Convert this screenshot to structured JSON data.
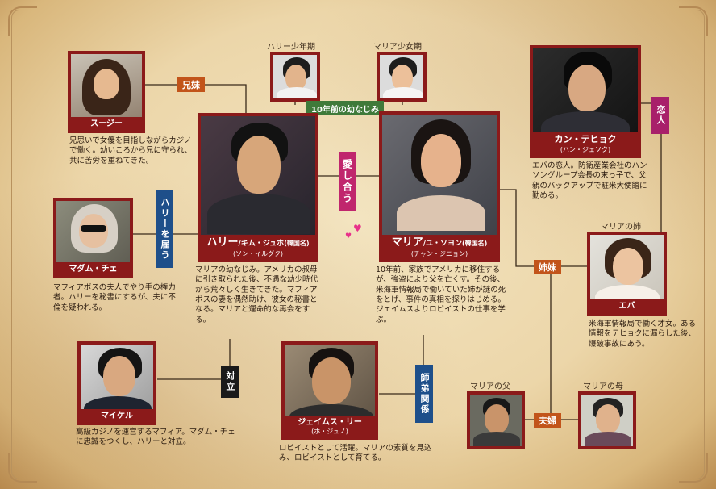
{
  "people": {
    "suzy": {
      "name": "スージー",
      "desc": "兄思いで女優を目指しながらカジノで働く。幼いころから兄に守られ、共に苦労を重ねてきた。"
    },
    "harry": {
      "name": "ハリー",
      "korean": "/キム・ジュホ",
      "tag": "(韓国名)",
      "actor": "(ソン・イルグク)",
      "desc": "マリアの幼なじみ。アメリカの叔母に引き取られた後、不遇な幼少時代から荒々しく生きてきた。マフィアボスの妻を偶然助け、彼女の秘書となる。マリアと運命的な再会をする。"
    },
    "harry_young": {
      "label": "ハリー少年期"
    },
    "maria_young": {
      "label": "マリア少女期"
    },
    "maria": {
      "name": "マリア",
      "korean": "/ユ・ソヨン",
      "tag": "(韓国名)",
      "actor": "(チャン・ジニョン)",
      "desc": "10年前、家族でアメリカに移住するが、強盗により父を亡くす。その後、米海軍情報局で働いていた姉が謎の死をとげ、事件の真相を探りはじめる。ジェイムスよりロビイストの仕事を学ぶ。"
    },
    "kang": {
      "name": "カン・テヒョク",
      "actor": "(ハン・ジェソク)",
      "desc": "エバの恋人。防衛産業会社のハンソングループ会長の末っ子で、父親のバックアップで駐米大使館に勤める。"
    },
    "madam": {
      "name": "マダム・チェ",
      "desc": "マフィアボスの夫人でやり手の権力者。ハリーを秘書にするが、夫に不倫を疑われる。"
    },
    "eva": {
      "name": "エバ",
      "label": "マリアの姉",
      "desc": "米海軍情報局で働く才女。ある情報をテヒョクに漏らした後、爆破事故にあう。"
    },
    "michael": {
      "name": "マイケル",
      "desc": "高級カジノを運営するマフィア。マダム・チェに忠誠をつくし、ハリーと対立。"
    },
    "james": {
      "name": "ジェイムス・リー",
      "actor": "(ホ・ジュノ)",
      "desc": "ロビイストとして活躍。マリアの素質を見込み、ロビイストとして育てる。"
    },
    "father": {
      "label": "マリアの父"
    },
    "mother": {
      "label": "マリアの母"
    }
  },
  "relations": {
    "siblings": "兄妹",
    "childhood": "10年前の幼なじみ",
    "love": "愛し合う",
    "lovers": "恋人",
    "employs": "ハリーを雇う",
    "sisters": "姉妹",
    "rivals": "対立",
    "mentor": "師弟関係",
    "spouses": "夫婦"
  },
  "colors": {
    "frame": "#8b1a1a",
    "orange_badge": "#c2541a",
    "blue_badge": "#1e4f8a",
    "pink_badge": "#c0266d",
    "green_badge": "#3f7a3a"
  }
}
